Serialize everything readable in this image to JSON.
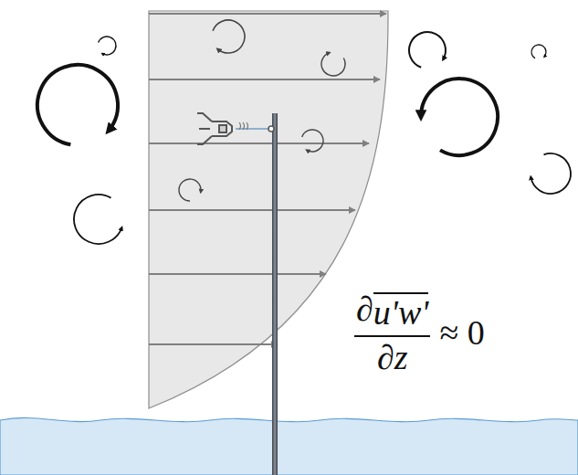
{
  "diagram": {
    "labels": [
      "∂",
      "u'w'",
      "∂z",
      "≈ 0"
    ]
  }
}
